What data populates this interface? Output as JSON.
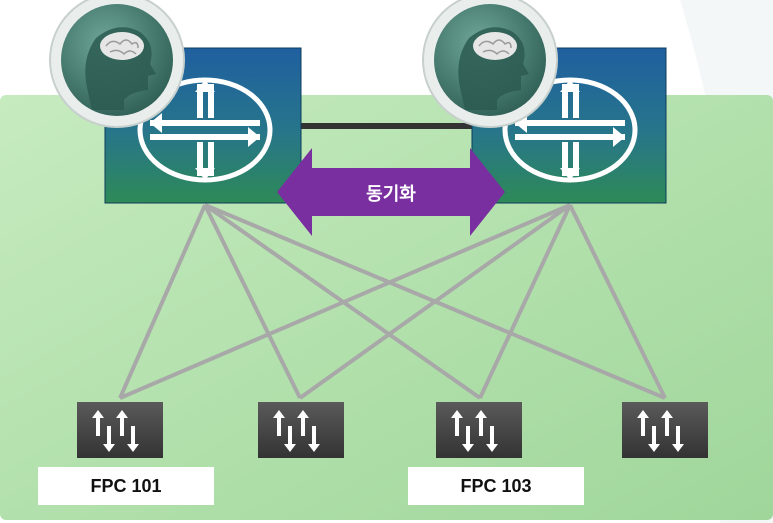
{
  "diagram": {
    "sync_label": "동기화",
    "fpc_labels": [
      "FPC 101",
      "FPC 103"
    ],
    "icons": {
      "routing_engine": "router-arrows-icon",
      "brain": "brain-head-icon",
      "line_card": "up-down-arrows-icon"
    },
    "colors": {
      "background_band": "#b7e3b0",
      "router_top": "#1f5fa0",
      "router_bottom": "#2e8a57",
      "sync_arrow": "#7a2fa0",
      "link_line": "#a8a8a8",
      "fpc_box": "#4a4a4a",
      "brain_circle": "#3f7d6d"
    }
  }
}
